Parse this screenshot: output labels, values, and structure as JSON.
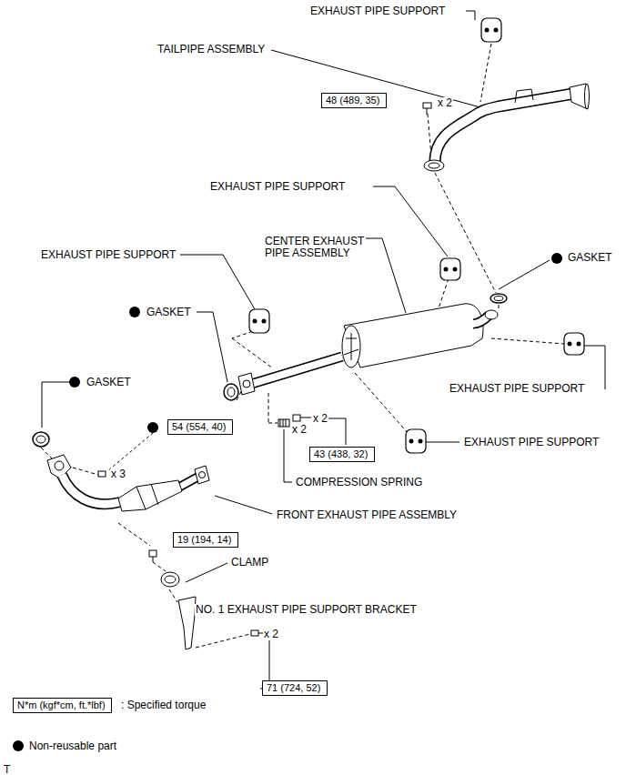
{
  "diagram": {
    "nodes": [
      {
        "text": [
          "48 (489, 35)"
        ]
      },
      {
        "text": [
          "54 (554, 40)"
        ]
      },
      {
        "text": [
          "43 (438, 32)"
        ]
      },
      {
        "text": [
          "19 (194, 14)"
        ]
      },
      {
        "text": [
          "71 (724, 52)"
        ]
      },
      {
        "text": [
          "N*m (kgf*cm, ft.*lbf)"
        ]
      }
    ],
    "labels": [
      "EXHAUST PIPE SUPPORT",
      "TAILPIPE ASSEMBLY",
      "x 2",
      "EXHAUST PIPE SUPPORT",
      "CENTER EXHAUST PIPE ASSEMBLY",
      "EXHAUST PIPE SUPPORT",
      "GASKET",
      "GASKET",
      "EXHAUST PIPE SUPPORT",
      "GASKET",
      "x 3",
      "x 2",
      "x 2",
      "EXHAUST PIPE SUPPORT",
      "COMPRESSION SPRING",
      "FRONT EXHAUST PIPE ASSEMBLY",
      "CLAMP",
      "NO. 1 EXHAUST PIPE SUPPORT BRACKET",
      "x 2",
      "T"
    ],
    "legend": [
      {
        "text": ": Specified torque"
      },
      {
        "text": "Non-reusable part",
        "color": "#000000"
      }
    ]
  }
}
